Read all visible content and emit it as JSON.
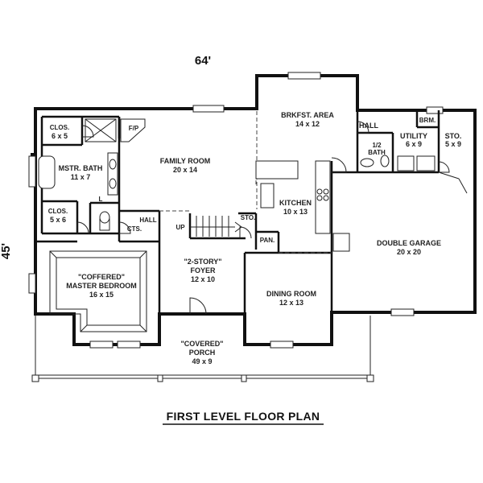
{
  "plan": {
    "title": "FIRST LEVEL FLOOR PLAN",
    "width_label": "64'",
    "depth_label": "45'",
    "rooms": {
      "brkfst": {
        "name": "BRKFST. AREA",
        "size": "14 x 12"
      },
      "hall_top": {
        "name": "HALL"
      },
      "brm": {
        "name": "BRM."
      },
      "utility": {
        "name": "UTILITY",
        "size": "6 x 9"
      },
      "sto_right": {
        "name": "STO.",
        "size": "5 x 9"
      },
      "half_bath": {
        "name": "1/2",
        "size": "BATH"
      },
      "clos_top": {
        "name": "CLOS.",
        "size": "6 x 5"
      },
      "fp": {
        "name": "F/P"
      },
      "family": {
        "name": "FAMILY ROOM",
        "size": "20 x 14"
      },
      "mstr_bath": {
        "name": "MSTR. BATH",
        "size": "11 x 7"
      },
      "clos_bottom": {
        "name": "CLOS.",
        "size": "5 x 6"
      },
      "hall_mid": {
        "name": "HALL"
      },
      "cts": {
        "name": "CTS."
      },
      "up": {
        "name": "UP"
      },
      "sto_mid": {
        "name": "STO."
      },
      "kitchen": {
        "name": "KITCHEN",
        "size": "10 x 13"
      },
      "pan": {
        "name": "PAN."
      },
      "garage": {
        "name": "DOUBLE GARAGE",
        "size": "20 x 20"
      },
      "master_bed": {
        "name1": "\"COFFERED\"",
        "name2": "MASTER BEDROOM",
        "size": "16 x 15"
      },
      "foyer": {
        "name1": "\"2-STORY\"",
        "name2": "FOYER",
        "size": "12 x 10"
      },
      "dining": {
        "name": "DINING ROOM",
        "size": "12 x 13"
      },
      "porch": {
        "name1": "\"COVERED\"",
        "name2": "PORCH",
        "size": "49 x 9"
      },
      "l_mark": {
        "name": "L"
      }
    }
  }
}
